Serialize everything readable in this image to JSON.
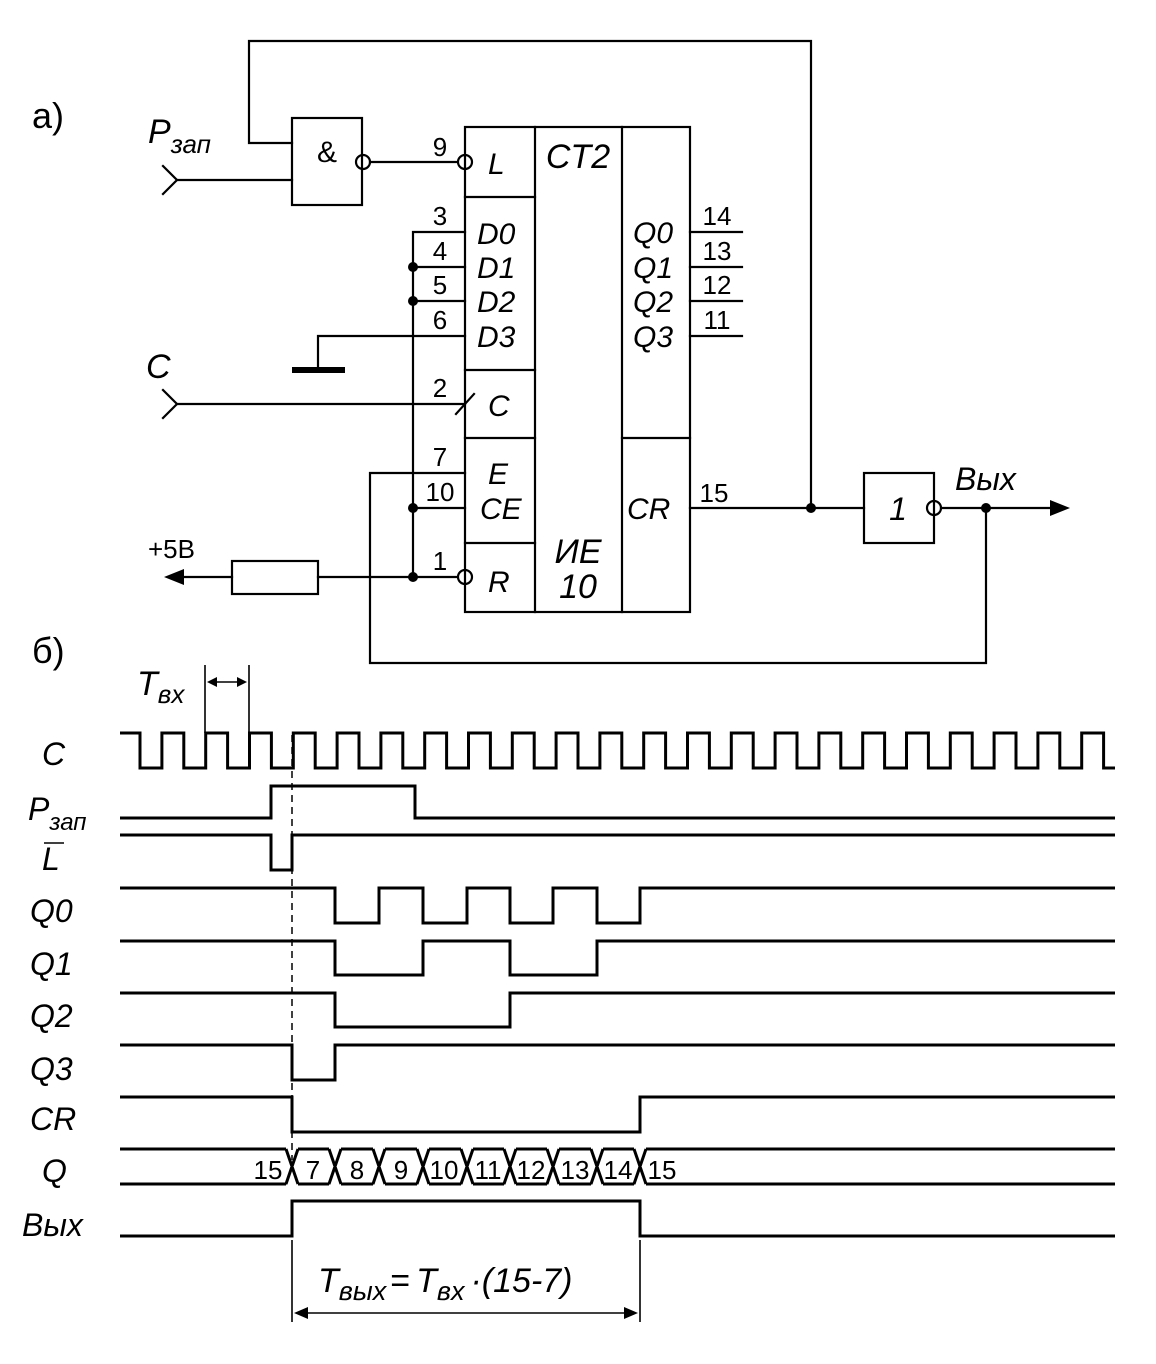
{
  "part_a": {
    "label": "а)",
    "and_gate": {
      "symbol": "&"
    },
    "inputs": {
      "p_write": "P",
      "p_write_sub": "зап",
      "clock": "C"
    },
    "chip": {
      "name": "CT2",
      "type_top": "ИЕ",
      "type_bottom": "10",
      "pins_left": [
        {
          "num": "9",
          "name": "L"
        },
        {
          "num": "3",
          "name": "D0"
        },
        {
          "num": "4",
          "name": "D1"
        },
        {
          "num": "5",
          "name": "D2"
        },
        {
          "num": "6",
          "name": "D3"
        },
        {
          "num": "2",
          "name": "C"
        },
        {
          "num": "7",
          "name": "E"
        },
        {
          "num": "10",
          "name": "CE"
        },
        {
          "num": "1",
          "name": "R"
        }
      ],
      "pins_right": [
        {
          "num": "14",
          "name": "Q0"
        },
        {
          "num": "13",
          "name": "Q1"
        },
        {
          "num": "12",
          "name": "Q2"
        },
        {
          "num": "11",
          "name": "Q3"
        },
        {
          "num": "15",
          "name": "CR"
        }
      ]
    },
    "inverter": {
      "symbol": "1"
    },
    "output_label": "Вых",
    "supply_label": "+5В"
  },
  "part_b": {
    "label": "б)",
    "period": {
      "label": "T",
      "sub": "вх"
    },
    "signals": [
      {
        "id": "C",
        "label": "C"
      },
      {
        "id": "P",
        "label": "P",
        "sub": "зап"
      },
      {
        "id": "L",
        "label": "L"
      },
      {
        "id": "Q0",
        "label": "Q0"
      },
      {
        "id": "Q1",
        "label": "Q1"
      },
      {
        "id": "Q2",
        "label": "Q2"
      },
      {
        "id": "Q3",
        "label": "Q3"
      },
      {
        "id": "CR",
        "label": "CR"
      },
      {
        "id": "Q",
        "label": "Q"
      },
      {
        "id": "OUT",
        "label": "Вых"
      }
    ],
    "q_states": [
      "15",
      "7",
      "8",
      "9",
      "10",
      "11",
      "12",
      "13",
      "14",
      "15"
    ],
    "formula": {
      "t1": "T",
      "s1": "вых",
      "eq": "=",
      "t2": "T",
      "s2": "вх",
      "rest": "·(15-7)"
    }
  }
}
